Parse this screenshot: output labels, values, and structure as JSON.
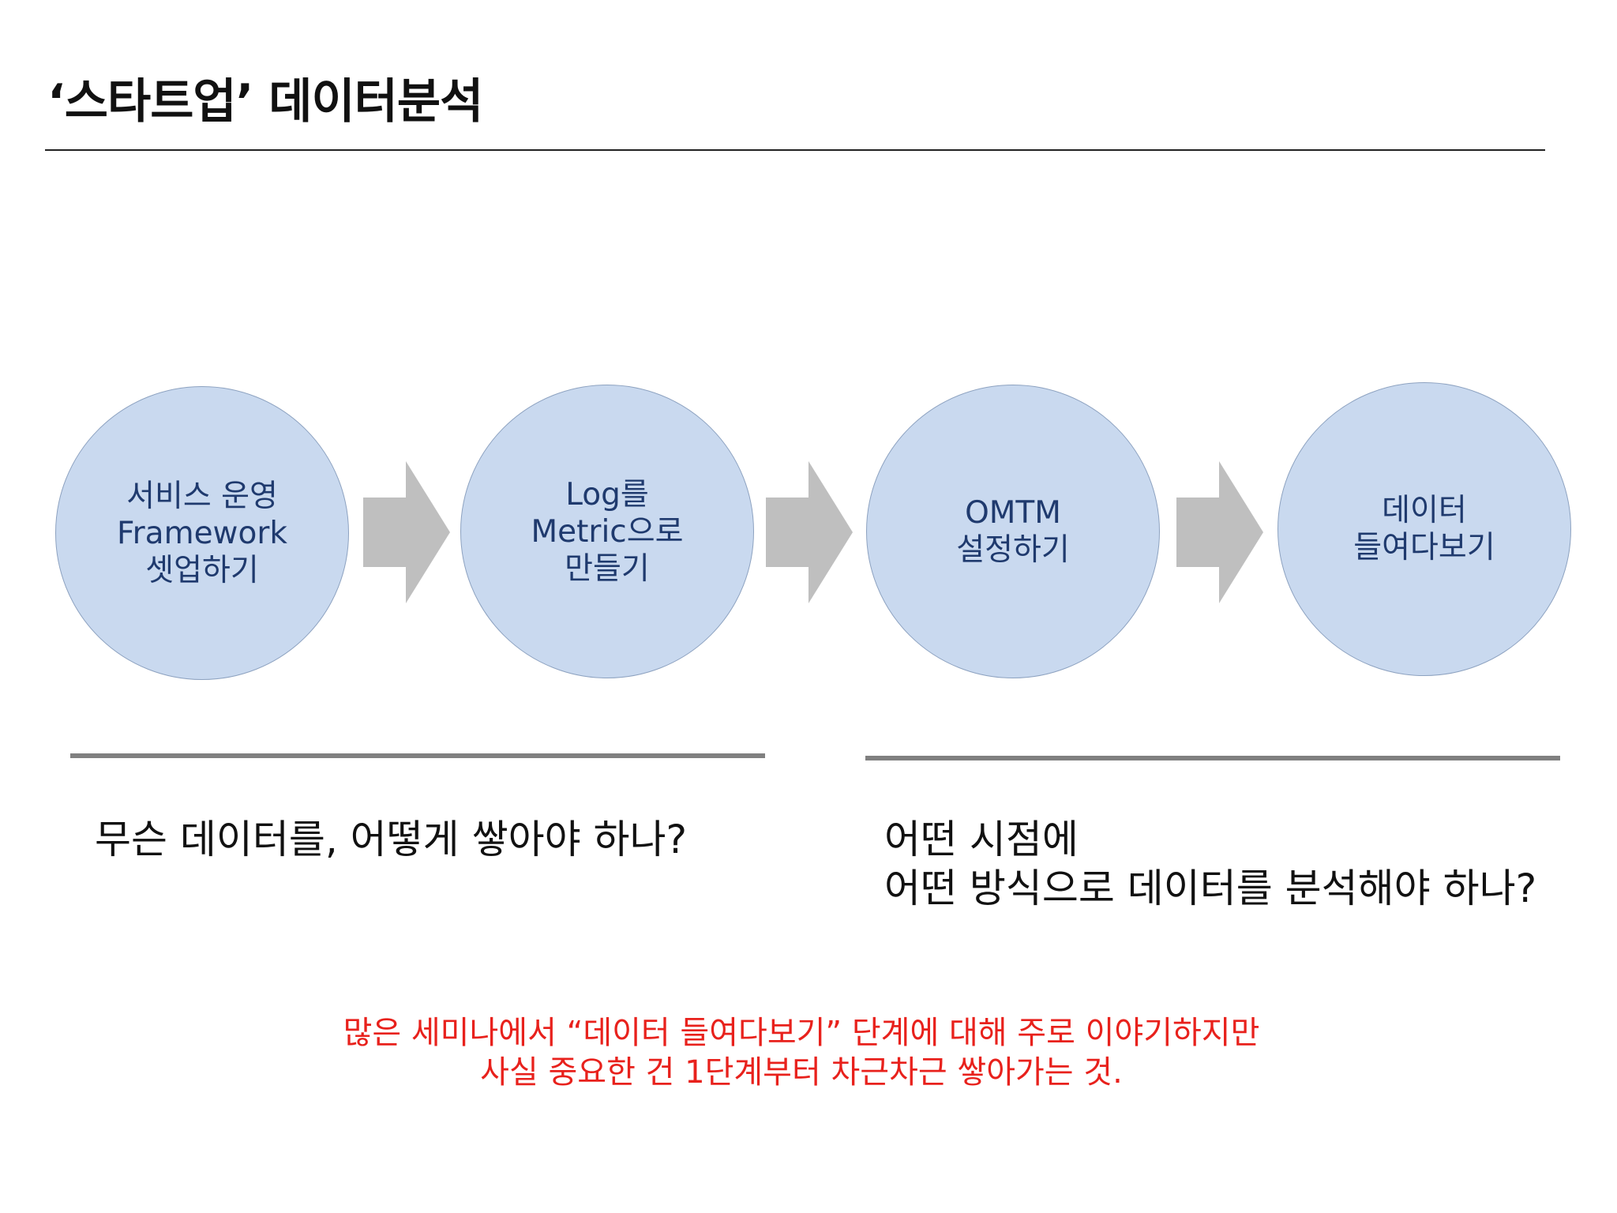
{
  "title": "‘스타트업’ 데이터분석",
  "stages": [
    {
      "label": "서비스 운영\nFramework\n셋업하기"
    },
    {
      "label": "Log를\nMetric으로\n만들기"
    },
    {
      "label": "OMTM\n설정하기"
    },
    {
      "label": "데이터\n들여다보기"
    }
  ],
  "questions": {
    "left": "무슨 데이터를, 어떻게 쌓아야 하나?",
    "right": "어떤 시점에\n어떤 방식으로  데이터를 분석해야 하나?"
  },
  "note": "많은 세미나에서 “데이터 들여다보기” 단계에 대해 주로 이야기하지만\n사실 중요한 건 1단계부터 차근차근 쌓아가는 것.",
  "colors": {
    "circle_fill": "#c9d9ef",
    "circle_border": "#8da2c0",
    "circle_text": "#1f3a6e",
    "arrow_fill": "#bfbfbf",
    "divider": "#808080",
    "note_text": "#e8211c"
  }
}
